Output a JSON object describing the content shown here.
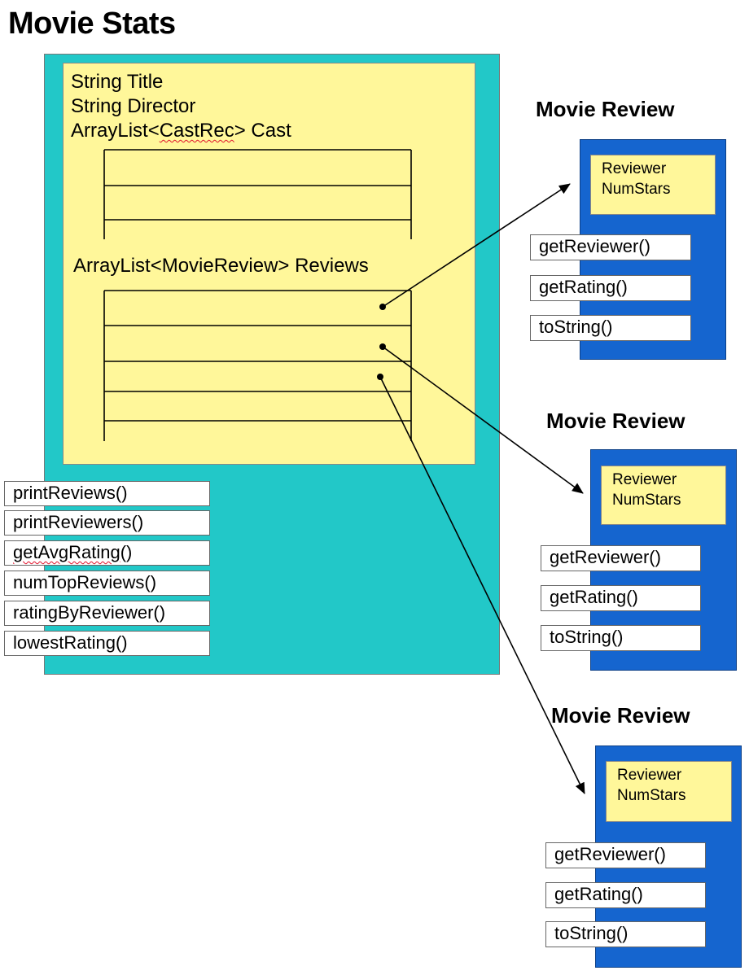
{
  "title": "Movie Stats",
  "movie_stats": {
    "fields": [
      "String Title",
      "String Director"
    ],
    "cast_label": {
      "before": "ArrayList<",
      "underlined": "CastRec",
      "after": "> Cast"
    },
    "reviews_label": "ArrayList<MovieReview> Reviews",
    "methods": [
      {
        "name": "printReviews()"
      },
      {
        "name": "printReviewers()"
      },
      {
        "underlined": "getAvgRating",
        "after": "()"
      },
      {
        "name": "numTopReviews()"
      },
      {
        "name": "ratingByReviewer()"
      },
      {
        "name": "lowestRating()"
      }
    ]
  },
  "review_cards": [
    {
      "title": "Movie  Review",
      "fields": [
        "Reviewer",
        "NumStars"
      ],
      "methods": [
        "getReviewer()",
        "getRating()",
        "toString()"
      ]
    },
    {
      "title": "Movie  Review",
      "fields": [
        "Reviewer",
        "NumStars"
      ],
      "methods": [
        "getReviewer()",
        "getRating()",
        "toString()"
      ]
    },
    {
      "title": "Movie  Review",
      "fields": [
        "Reviewer",
        "NumStars"
      ],
      "methods": [
        "getReviewer()",
        "getRating()",
        "toString()"
      ]
    }
  ],
  "colors": {
    "outer_box": "#22c8c8",
    "field_box": "#fff79a",
    "review_box": "#1565cf",
    "spellcheck_underline": "#e0102a"
  }
}
